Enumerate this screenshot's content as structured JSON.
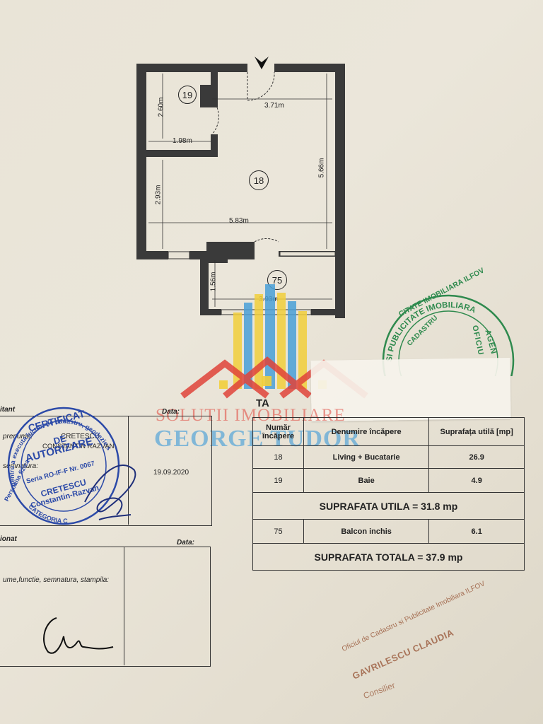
{
  "plan": {
    "rooms": [
      {
        "number": "19",
        "label": "19"
      },
      {
        "number": "18",
        "label": "18"
      },
      {
        "number": "75",
        "label": "75"
      }
    ],
    "dimensions": {
      "d_260": "2.60m",
      "d_198": "1.98m",
      "d_371": "3.71m",
      "d_566": "5.66m",
      "d_293": "2.93m",
      "d_583": "5.83m",
      "d_156": "1.56m",
      "d_393": "3.93m"
    }
  },
  "watermark": {
    "line1": "SOLUTII IMOBILIARE",
    "line2": "GEORGE TUDOR",
    "colors": {
      "red": "#e0443a",
      "blue": "#4aa0d8",
      "yellow": "#f2cf3c"
    }
  },
  "table_heading": "TA",
  "surface_table": {
    "headers": [
      "Număr încăpere",
      "Denumire încăpere",
      "Suprafața utilă [mp]"
    ],
    "rows": [
      {
        "nr": "18",
        "name": "Living + Bucatarie",
        "area": "26.9"
      },
      {
        "nr": "19",
        "name": "Baie",
        "area": "4.9"
      }
    ],
    "util_total": "SUPRAFATA UTILA =  31.8  mp",
    "balcony": {
      "nr": "75",
      "name": "Balcon inchis",
      "area": "6.1"
    },
    "grand_total": "SUPRAFATA TOTALA =  37.9  mp"
  },
  "left_section": {
    "header_cut": "itant",
    "data_label": "Data:",
    "name_label": "prenume:",
    "name_value_1": "CRETESCU",
    "name_value_2": "CONSTANTIN RAZVAN",
    "signature_label": "semnatura:",
    "date_value": "19.09.2020",
    "lower_header_cut": "ionat",
    "lower_data_label": "Data:",
    "lower_fields_label": "ume,functie, semnatura, stampila:"
  },
  "stamp_left": {
    "title1": "CERTIFICAT",
    "title2": "DE",
    "title3": "AUTORIZARE",
    "series": "Seria RO-IF-F Nr. 0067",
    "name1": "CRETESCU",
    "name2": "Constantin-Razvan",
    "ring_top": "pentru a executa lucrari de cadastru, geodezie si cartografie",
    "ring_left": "Persoana fizica",
    "category": "CATEGORIA C",
    "color": "#2c4aa8"
  },
  "stamp_right": {
    "ring": "SI PUBLICITATE IMOBILIARA",
    "line2": "CITATE IMOBILIARA ILFOV",
    "line3": "CADASTRU",
    "side1": "AGEN",
    "side2": "OFICIU",
    "color": "#2f8a4e"
  },
  "stamp_bottom": {
    "line1": "Oficiul de Cadastru si Publicitate Imobiliara ILFOV",
    "line2": "GAVRILESCU CLAUDIA",
    "line3": "Consilier",
    "color": "#9a5a3c"
  }
}
